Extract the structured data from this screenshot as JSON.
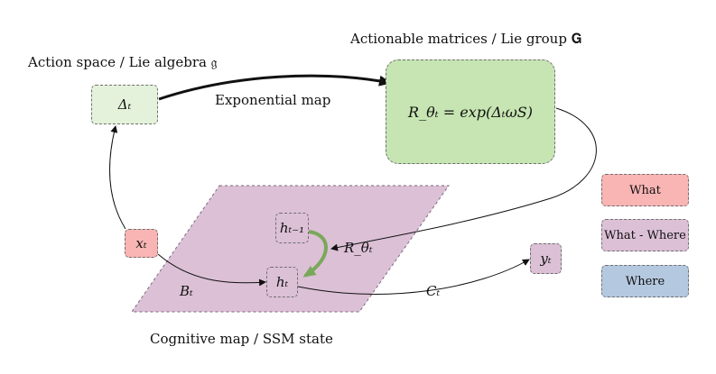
{
  "labels": {
    "action_space": "Action space / Lie algebra 𝔤",
    "actionable_matrices": "Actionable matrices / Lie group 𝐆",
    "exponential_map": "Exponential map",
    "cognitive_map": "Cognitive map / SSM state"
  },
  "nodes": {
    "delta": "Δₜ",
    "rotation_formula": "R_θₜ = exp(ΔₜωS)",
    "x": "xₜ",
    "h_prev": "hₜ₋₁",
    "h": "hₜ",
    "y": "yₜ"
  },
  "edge_labels": {
    "B": "Bₜ",
    "C": "Cₜ",
    "R": "R_θₜ"
  },
  "legend": [
    {
      "label": "What",
      "color": "#f9b4b4"
    },
    {
      "label": "What - Where",
      "color": "#dcc0d6"
    },
    {
      "label": "Where",
      "color": "#b4c8df"
    }
  ],
  "colors": {
    "what": "#f9b4b4",
    "what_where": "#dcc0d6",
    "where": "#b4c8df",
    "lie_algebra_box": "#e4f2db",
    "lie_group_box": "#c6e5b2",
    "green_arrow": "#7aa85a",
    "map_plane": "#dcc0d6"
  }
}
